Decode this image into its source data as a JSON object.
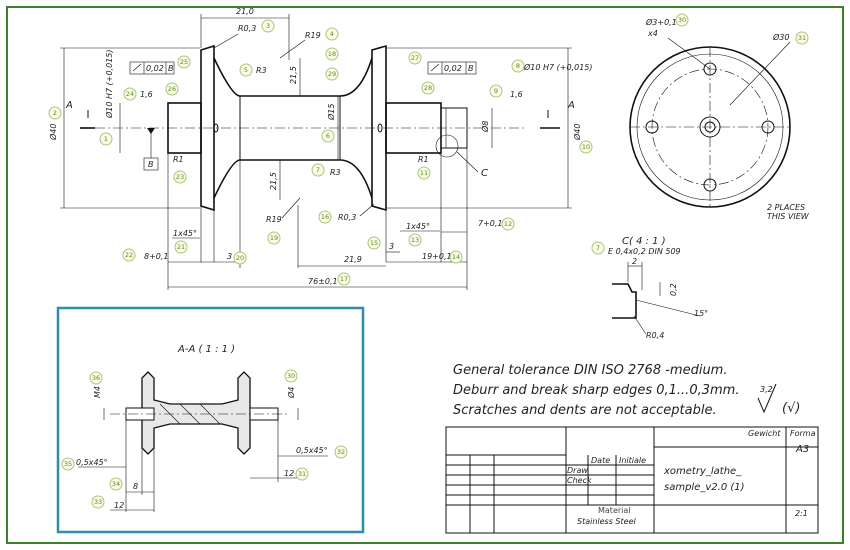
{
  "main_view": {
    "dims": {
      "d40_left": "Ø40",
      "d10_h7_left": "Ø10 H7 (+0,015)",
      "flatness_left": "0,02",
      "datum_b_ref_left": "B",
      "roughness_left": "1,6",
      "datum_b_box": "B",
      "width_top": "21,0",
      "r03_top": "R0,3",
      "r19_top": "R19",
      "r3_top": "R3",
      "d21_5_vert": "21,5",
      "d15": "Ø15",
      "flatness_right": "0,02",
      "datum_b_ref_right": "B",
      "d10_h7_right": "Ø10 H7 (+0,015)",
      "roughness_right": "1,6",
      "d8": "Ø8",
      "d40_right": "Ø40",
      "r1_left": "R1",
      "r1_right": "R1",
      "r3_mid": "R3",
      "d21_5_lower": "21,5",
      "r19_lower": "R19",
      "r03_lower": "R0,3",
      "ch1x45_left": "1x45°",
      "ch1x45_right": "1x45°",
      "d7": "7+0,1",
      "d8_low": "8+0,1",
      "d3": "3",
      "d3_right": "3",
      "d21_9": "21,9",
      "d19": "19+0,1",
      "d76": "76±0,1",
      "detail_c_label": "C",
      "section_a_left": "A",
      "section_a_right": "A"
    },
    "bubbles": [
      "1",
      "2",
      "3",
      "4",
      "5",
      "6",
      "7",
      "8",
      "9",
      "10",
      "11",
      "12",
      "13",
      "14",
      "15",
      "16",
      "17",
      "18",
      "19",
      "20",
      "21",
      "22",
      "23",
      "24",
      "25",
      "26",
      "27",
      "28",
      "29"
    ]
  },
  "end_view": {
    "holes_label": "Ø3+0,1",
    "holes_count": "x4",
    "d30": "Ø30",
    "places_note_1": "2 PLACES",
    "places_note_2": "THIS VIEW",
    "bubbles": [
      "30",
      "31"
    ]
  },
  "detail_c": {
    "title": "C( 4 : 1 )",
    "undercut": "E 0,4x0,2 DIN 509",
    "dim_2": "2",
    "dim_02": "0,2",
    "angle": "15°",
    "radius": "R0,4",
    "bubble": "7"
  },
  "section_aa": {
    "title": "A-A ( 1 : 1 )",
    "m4": "M4",
    "d4": "Ø4",
    "ch_left": "0,5x45°",
    "ch_right": "0,5x45°",
    "d8": "8",
    "d12_left": "12",
    "d12_right": "12",
    "bubbles": [
      "30",
      "31",
      "32",
      "33",
      "34",
      "35",
      "36"
    ]
  },
  "notes": {
    "line1": "General tolerance DIN ISO 2768 -medium.",
    "line2": "Deburr and break sharp edges 0,1...0,3mm.",
    "line3": "Scratches and dents are not acceptable.",
    "surface": "3,2",
    "surface_check": "(√)"
  },
  "title_block": {
    "gewicht": "Gewicht",
    "format": "Forma",
    "format_value": "A3",
    "date": "Date",
    "initiale": "Initiale",
    "draw": "Draw",
    "check": "Check",
    "title": "xometry_lathe_",
    "title2": "sample_v2.0 (1)",
    "material_label": "Material",
    "material_value": "Stainless Steel",
    "scale": "2:1"
  }
}
